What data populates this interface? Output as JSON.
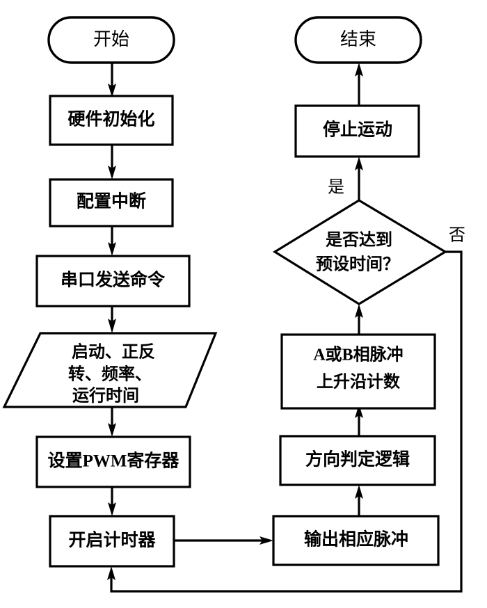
{
  "diagram": {
    "type": "flowchart",
    "title": "",
    "orientation": "two-column",
    "background_color": "#ffffff",
    "line_color": "#000000",
    "text_color": "#000000",
    "nodes": [
      {
        "id": "start",
        "shape": "terminator",
        "label": "开始",
        "lines": [
          "开始"
        ],
        "column": "left"
      },
      {
        "id": "hw-init",
        "shape": "process",
        "label": "硬件初始化",
        "lines": [
          "硬件初始化"
        ],
        "column": "left"
      },
      {
        "id": "config-interrupt",
        "shape": "process",
        "label": "配置中断",
        "lines": [
          "配置中断"
        ],
        "column": "left"
      },
      {
        "id": "serial-send",
        "shape": "process",
        "label": "串口发送命令",
        "lines": [
          "串口发送命令"
        ],
        "column": "left"
      },
      {
        "id": "params-io",
        "shape": "parallelogram",
        "label": "启动、正反转、频率、运行时间",
        "lines": [
          "启动、正反",
          "转、频率、",
          "运行时间"
        ],
        "column": "left"
      },
      {
        "id": "set-pwm",
        "shape": "process",
        "label": "设置PWM寄存器",
        "lines": [
          "设置PWM寄存器"
        ],
        "column": "left"
      },
      {
        "id": "start-timer",
        "shape": "process",
        "label": "开启计时器",
        "lines": [
          "开启计时器"
        ],
        "column": "left"
      },
      {
        "id": "output-pulse",
        "shape": "process",
        "label": "输出相应脉冲",
        "lines": [
          "输出相应脉冲"
        ],
        "column": "right"
      },
      {
        "id": "direction-logic",
        "shape": "process",
        "label": "方向判定逻辑",
        "lines": [
          "方向判定逻辑"
        ],
        "column": "right"
      },
      {
        "id": "edge-count",
        "shape": "process",
        "label": "A或B相脉冲上升沿计数",
        "lines": [
          "A或B相脉冲",
          "上升沿计数"
        ],
        "column": "right"
      },
      {
        "id": "time-reached-decision",
        "shape": "decision",
        "label": "是否达到预设时间？",
        "lines": [
          "是否达到",
          "预设时间？"
        ],
        "column": "right"
      },
      {
        "id": "stop-motion",
        "shape": "process",
        "label": "停止运动",
        "lines": [
          "停止运动"
        ],
        "column": "right"
      },
      {
        "id": "end",
        "shape": "terminator",
        "label": "结束",
        "lines": [
          "结束"
        ],
        "column": "right"
      }
    ],
    "edges": [
      {
        "id": "e-start-hwinit",
        "from": "start",
        "to": "hw-init",
        "label": ""
      },
      {
        "id": "e-hwinit-config",
        "from": "hw-init",
        "to": "config-interrupt",
        "label": ""
      },
      {
        "id": "e-config-serial",
        "from": "config-interrupt",
        "to": "serial-send",
        "label": ""
      },
      {
        "id": "e-serial-params",
        "from": "serial-send",
        "to": "params-io",
        "label": ""
      },
      {
        "id": "e-params-pwm",
        "from": "params-io",
        "to": "set-pwm",
        "label": ""
      },
      {
        "id": "e-pwm-timer",
        "from": "set-pwm",
        "to": "start-timer",
        "label": ""
      },
      {
        "id": "e-timer-output",
        "from": "start-timer",
        "to": "output-pulse",
        "label": ""
      },
      {
        "id": "e-output-direction",
        "from": "output-pulse",
        "to": "direction-logic",
        "label": ""
      },
      {
        "id": "e-direction-count",
        "from": "direction-logic",
        "to": "edge-count",
        "label": ""
      },
      {
        "id": "e-count-decision",
        "from": "edge-count",
        "to": "time-reached-decision",
        "label": ""
      },
      {
        "id": "e-decision-stop",
        "from": "time-reached-decision",
        "to": "stop-motion",
        "label": "是"
      },
      {
        "id": "e-decision-loop",
        "from": "time-reached-decision",
        "to": "start-timer",
        "label": "否"
      },
      {
        "id": "e-stop-end",
        "from": "stop-motion",
        "to": "end",
        "label": ""
      }
    ],
    "edge_labels": {
      "yes": "是",
      "no": "否"
    }
  }
}
